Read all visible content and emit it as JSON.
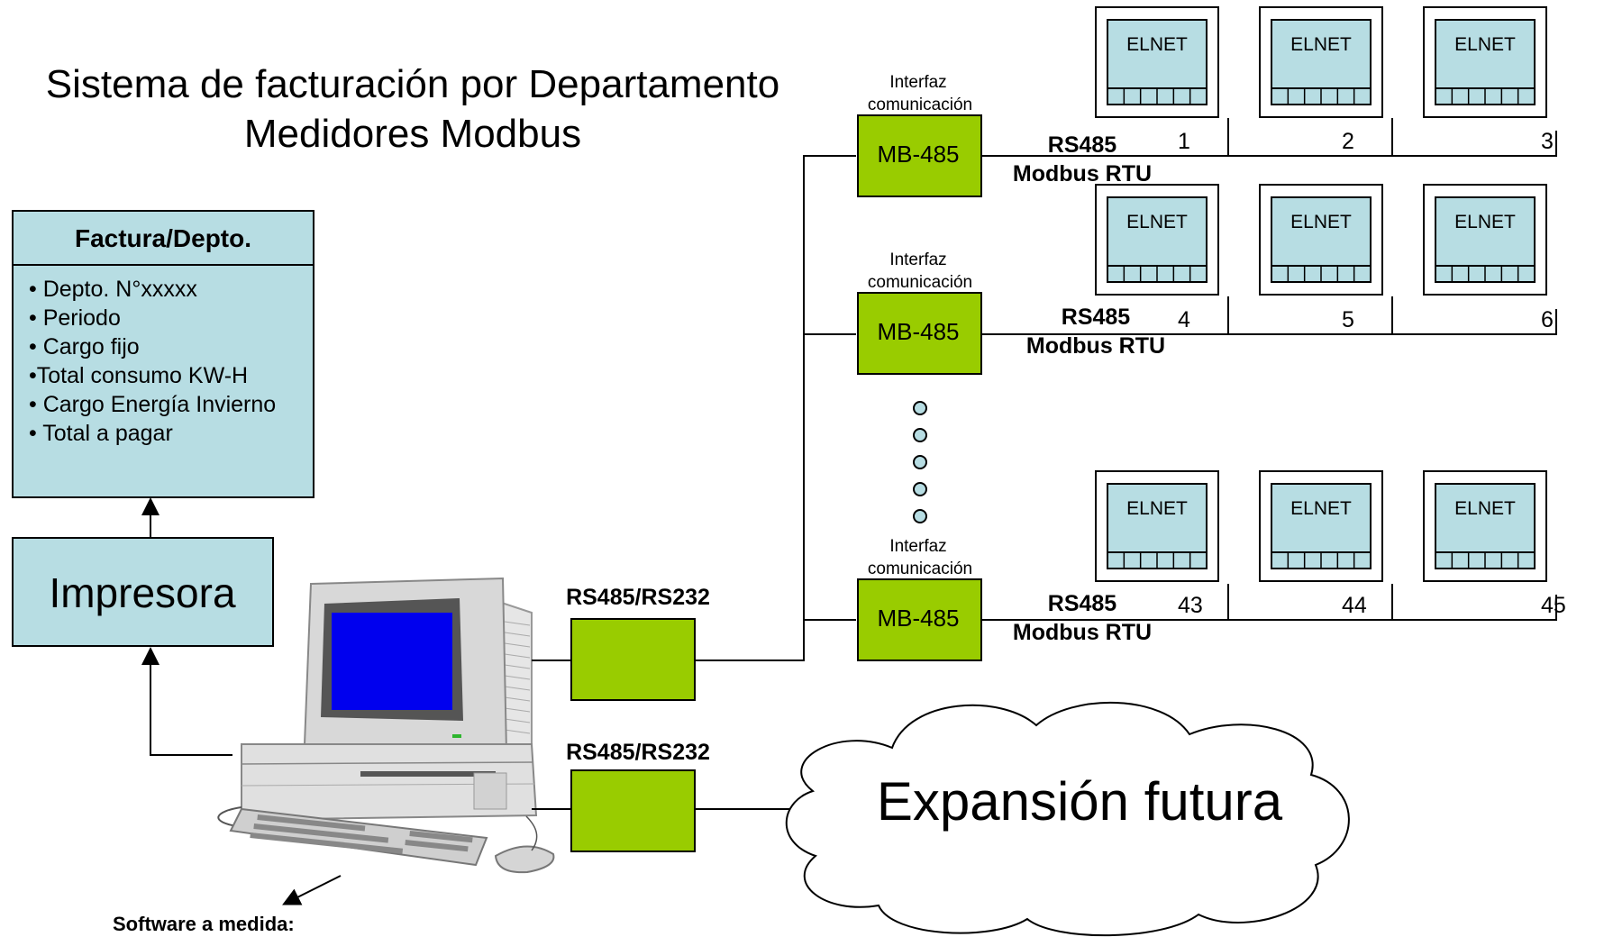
{
  "title": {
    "line1": "Sistema de facturación por Departamento",
    "line2": "Medidores Modbus"
  },
  "invoice": {
    "heading": "Factura/Depto.",
    "items": [
      "• Depto. N°xxxxx",
      "• Periodo",
      "• Cargo fijo",
      "•Total consumo KW-H",
      "• Cargo Energía Invierno",
      "• Total a pagar"
    ]
  },
  "printer": {
    "label": "Impresora"
  },
  "software": {
    "label": "Software a medida:"
  },
  "converters": [
    {
      "label": "RS485/RS232"
    },
    {
      "label": "RS485/RS232"
    }
  ],
  "interface_caption": {
    "line1": "Interfaz",
    "line2": "comunicación"
  },
  "buses": [
    {
      "module": "MB-485",
      "protocol1": "RS485",
      "protocol2": "Modbus RTU",
      "meters": [
        {
          "name": "ELNET",
          "id": "1"
        },
        {
          "name": "ELNET",
          "id": "2"
        },
        {
          "name": "ELNET",
          "id": "3"
        }
      ]
    },
    {
      "module": "MB-485",
      "protocol1": "RS485",
      "protocol2": "Modbus RTU",
      "meters": [
        {
          "name": "ELNET",
          "id": "4"
        },
        {
          "name": "ELNET",
          "id": "5"
        },
        {
          "name": "ELNET",
          "id": "6"
        }
      ]
    },
    {
      "module": "MB-485",
      "protocol1": "RS485",
      "protocol2": "Modbus RTU",
      "meters": [
        {
          "name": "ELNET",
          "id": "43"
        },
        {
          "name": "ELNET",
          "id": "44"
        },
        {
          "name": "ELNET",
          "id": "45"
        }
      ]
    }
  ],
  "cloud": {
    "label": "Expansión futura"
  },
  "colors": {
    "light_blue": "#b7dde3",
    "green": "#99cc00",
    "screen_blue": "#0000ee"
  }
}
